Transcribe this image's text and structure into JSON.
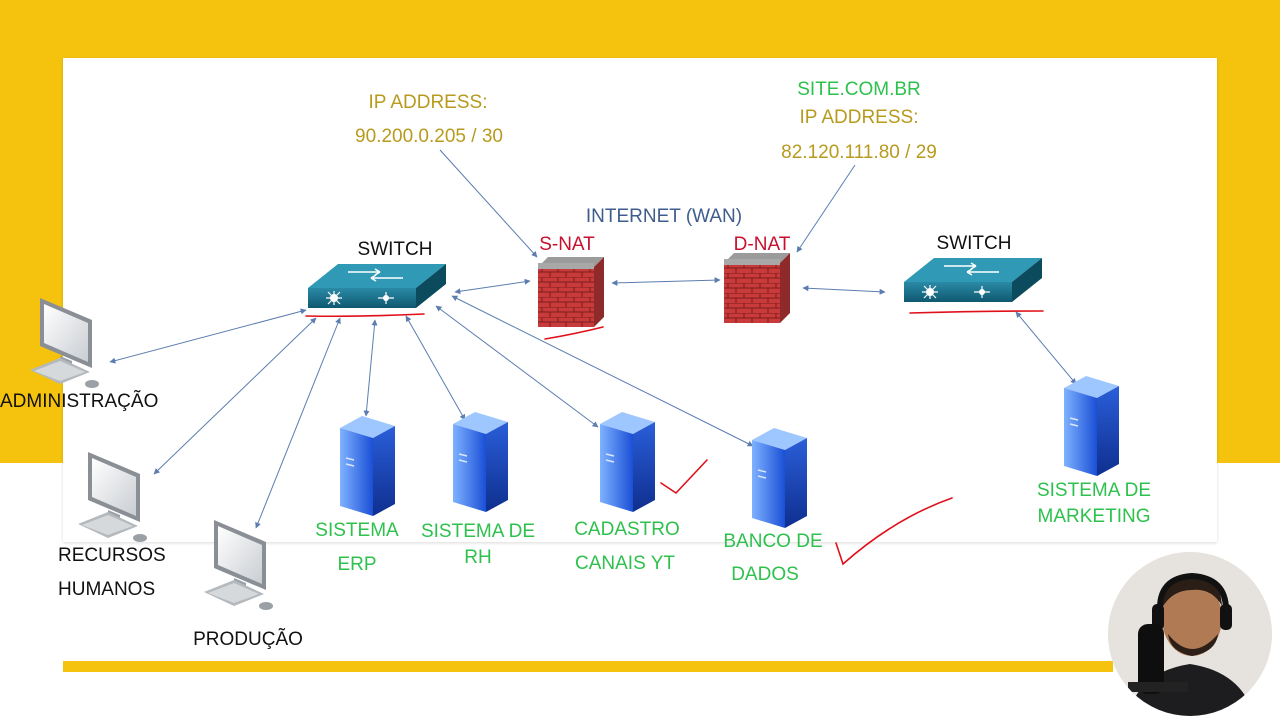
{
  "labels": {
    "ip_left_title": "IP ADDRESS:",
    "ip_left_value": "90.200.0.205 / 30",
    "site_name": "SITE.COM.BR",
    "ip_right_title": "IP ADDRESS:",
    "ip_right_value": "82.120.111.80 / 29",
    "internet": "INTERNET (WAN)",
    "snat": "S-NAT",
    "dnat": "D-NAT",
    "switch_left": "SWITCH",
    "switch_right": "SWITCH",
    "administracao": "ADMINISTRAÇÃO",
    "recursos_1": "RECURSOS",
    "recursos_2": "HUMANOS",
    "producao": "PRODUÇÃO",
    "erp_1": "SISTEMA",
    "erp_2": "ERP",
    "rh_1": "SISTEMA DE",
    "rh_2": "RH",
    "cadastro_1": "CADASTRO",
    "cadastro_2": "CANAIS YT",
    "banco_1": "BANCO DE",
    "banco_2": "DADOS",
    "marketing_1": "SISTEMA DE",
    "marketing_2": "MARKETING"
  },
  "colors": {
    "background_band": "#f5c30d",
    "ip_text": "#b89a1e",
    "server_label": "#2ec14d",
    "nat_label": "#c8102e",
    "wan_label": "#3e5d8c",
    "connector": "#5b7db0",
    "annotation": "#e0101a"
  },
  "icons": [
    "switch-icon",
    "firewall-icon",
    "server-icon",
    "computer-icon",
    "checkmark-annotation",
    "webcam-presenter"
  ]
}
